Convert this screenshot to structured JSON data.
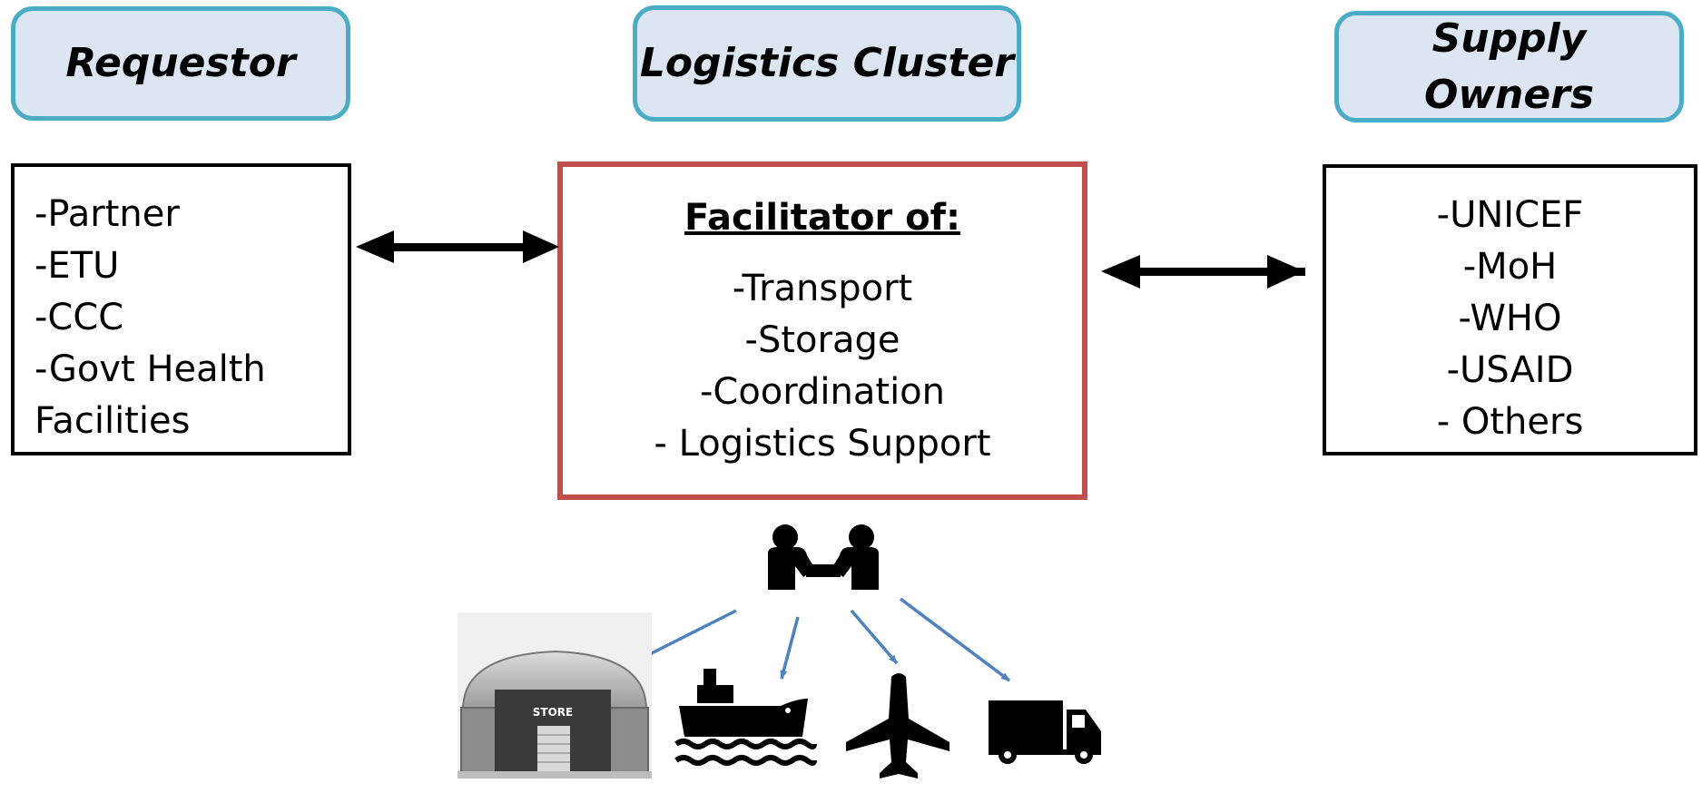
{
  "headers": {
    "requestor": "Requestor",
    "logistics_cluster": "Logistics Cluster",
    "supply_owners_line1": "Supply",
    "supply_owners_line2": "Owners"
  },
  "requestor_list": [
    "-Partner",
    "-ETU",
    "-CCC",
    "-Govt Health",
    "Facilities"
  ],
  "facilitator": {
    "title": "Facilitator of:",
    "items": [
      "-Transport",
      "-Storage",
      "-Coordination",
      "- Logistics Support"
    ]
  },
  "supply_owners_list": [
    "-UNICEF",
    "-MoH",
    "-WHO",
    "-USAID",
    "- Others"
  ],
  "icons": {
    "handshake": "handshake-icon",
    "warehouse": "warehouse-icon",
    "warehouse_sign": "STORE",
    "ship": "ship-icon",
    "airplane": "airplane-icon",
    "truck": "truck-icon"
  },
  "colors": {
    "header_fill": "#dce6f2",
    "header_border": "#4bacc6",
    "facilitator_border": "#c0504d",
    "arrow_blue": "#4f81bd"
  }
}
